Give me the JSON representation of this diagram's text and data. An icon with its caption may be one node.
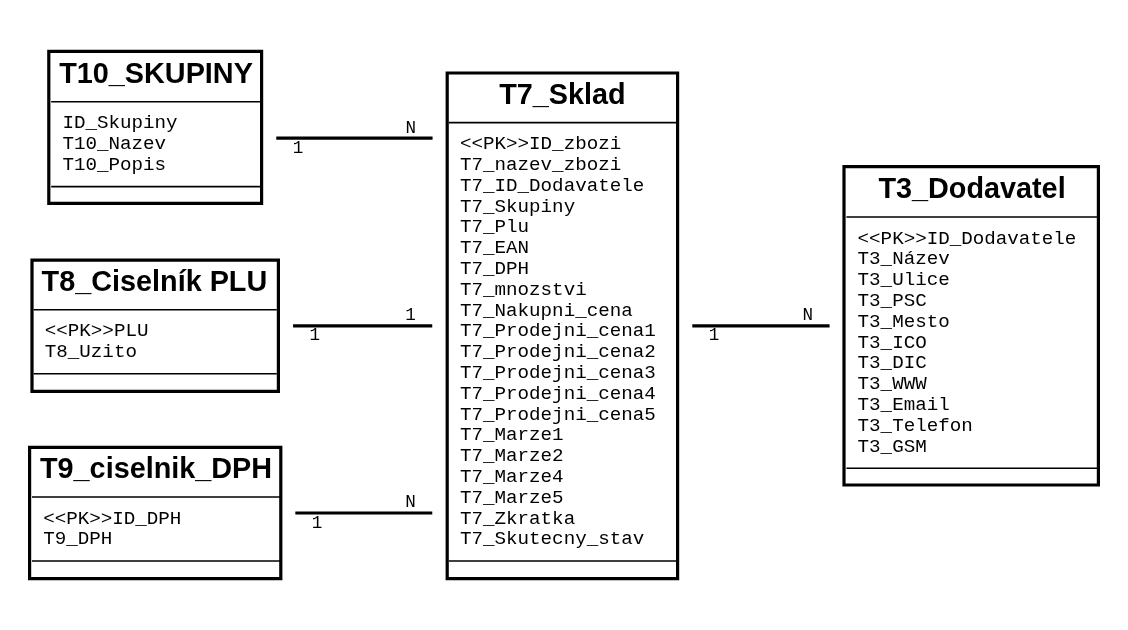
{
  "diagram": {
    "nodes": [
      {
        "text": [
          "T10_SKUPINY",
          "ID_Skupiny",
          "T10_Nazev",
          "T10_Popis"
        ]
      },
      {
        "text": [
          "T8_Ciselník PLU",
          "<<PK>>PLU",
          "T8_Uzito"
        ]
      },
      {
        "text": [
          "T9_ciselnik_DPH",
          "<<PK>>ID_DPH",
          "T9_DPH"
        ]
      },
      {
        "text": [
          "T7_Sklad",
          "<<PK>>ID_zbozi",
          "T7_nazev_zbozi",
          "T7_ID_Dodavatele",
          "T7_Skupiny",
          "T7_Plu",
          "T7_EAN",
          "T7_DPH",
          "T7_mnozstvi",
          "T7_Nakupni_cena",
          "T7_Prodejni_cena1",
          "T7_Prodejni_cena2",
          "T7_Prodejni_cena3",
          "T7_Prodejni_cena4",
          "T7_Prodejni_cena5",
          "T7_Marze1",
          "T7_Marze2",
          "T7_Marze4",
          "T7_Marze5",
          "T7_Zkratka",
          "T7_Skutecny_stav"
        ]
      },
      {
        "text": [
          "T3_Dodavatel",
          "<<PK>>ID_Dodavatele",
          "T3_Název",
          "T3_Ulice",
          "T3_PSC",
          "T3_Mesto",
          "T3_ICO",
          "T3_DIC",
          "T3_WWW",
          "T3_Email",
          "T3_Telefon",
          "T3_GSM"
        ]
      }
    ],
    "edges": [
      {
        "from": 0,
        "to": 3,
        "arrow": "none"
      },
      {
        "from": 1,
        "to": 3,
        "arrow": "none"
      },
      {
        "from": 2,
        "to": 3,
        "arrow": "none"
      },
      {
        "from": 3,
        "to": 4,
        "arrow": "none"
      }
    ],
    "labels": [
      "1",
      "N",
      "1",
      "1",
      "1",
      "N",
      "1",
      "N"
    ]
  }
}
